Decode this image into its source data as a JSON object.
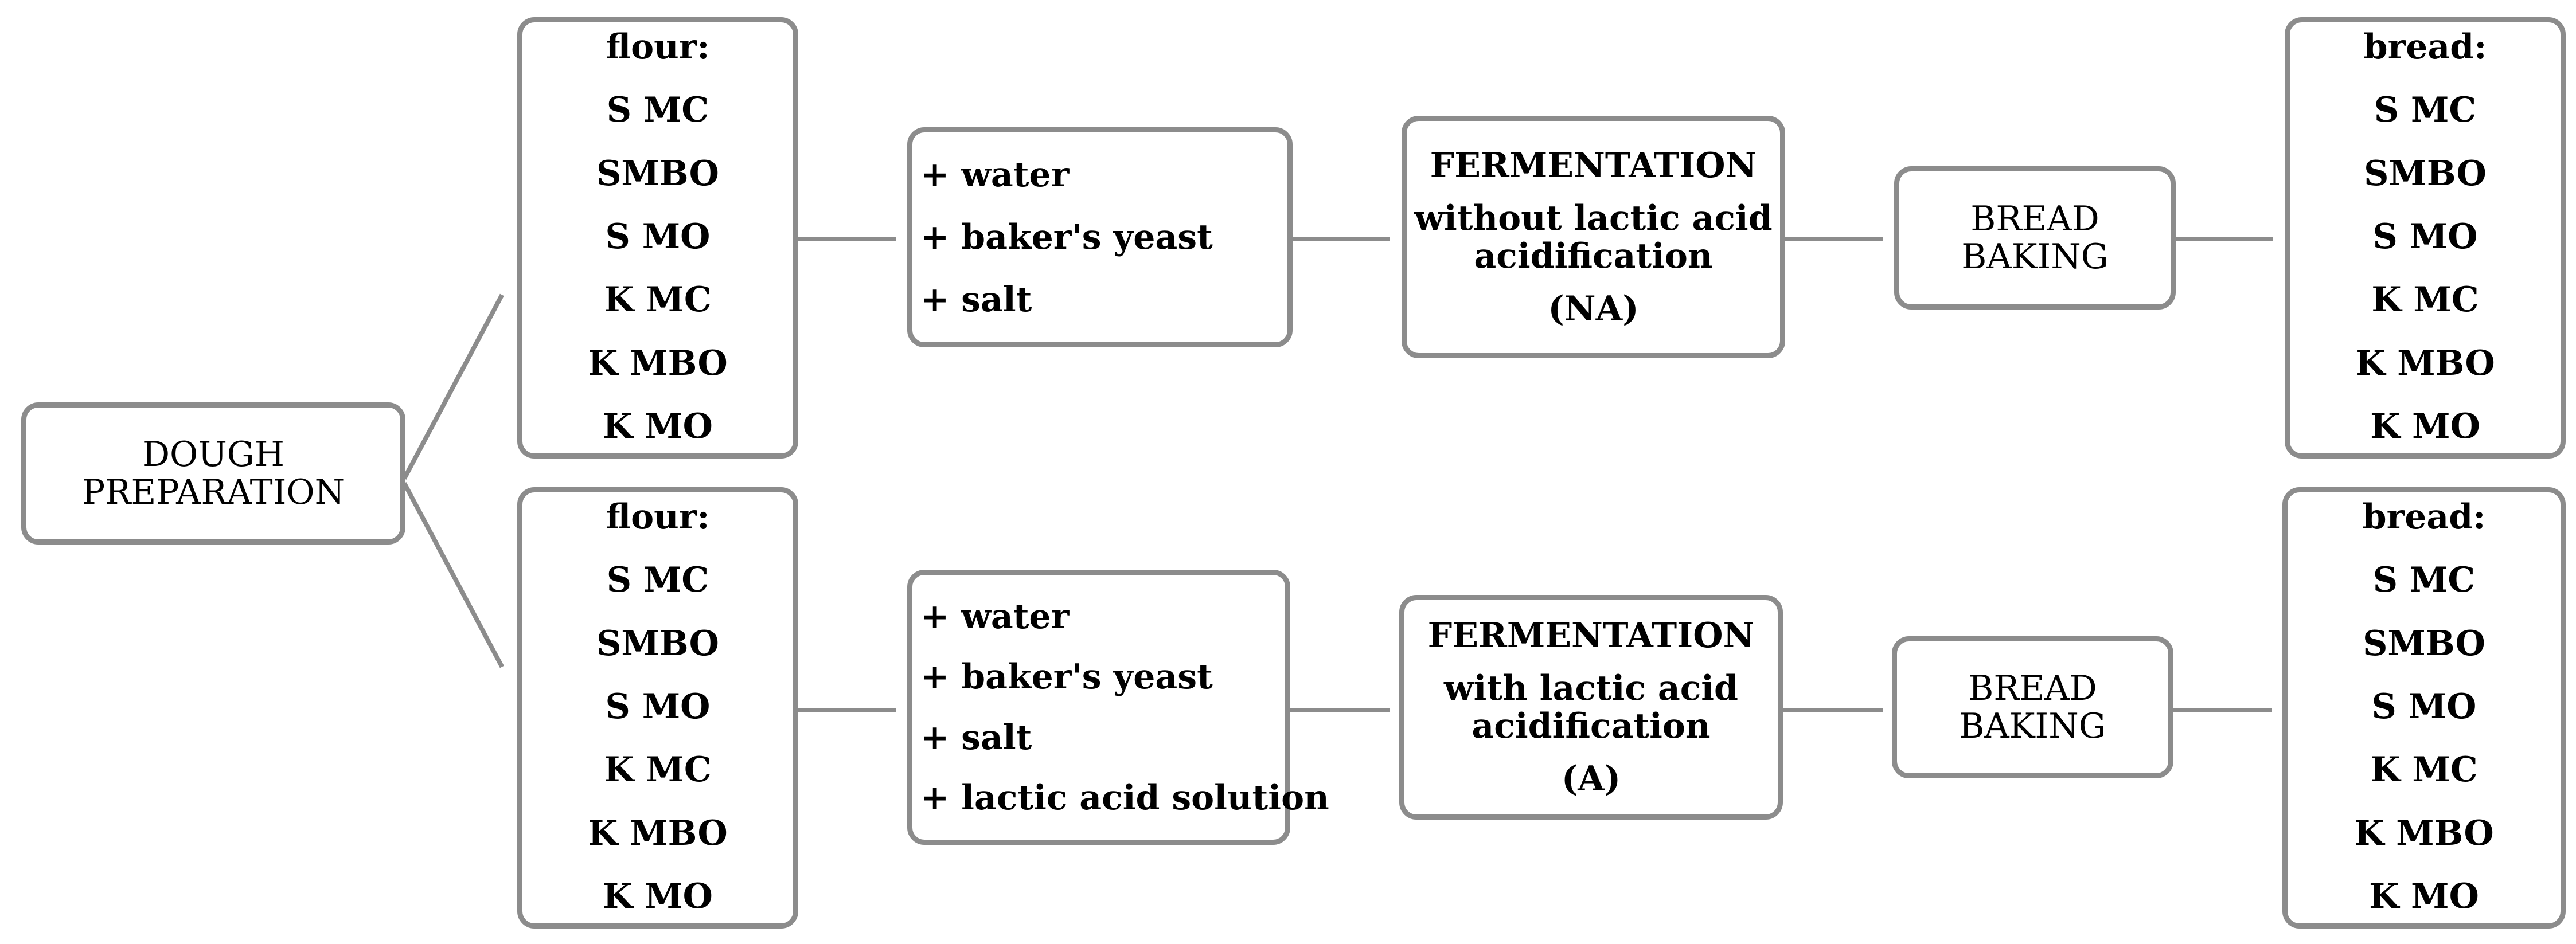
{
  "dough_preparation": "DOUGH\nPREPARATION",
  "rows": [
    {
      "flour": {
        "header": "flour:",
        "items": [
          "S MC",
          "SMBO",
          "S MO",
          "K MC",
          "K MBO",
          "K MO"
        ]
      },
      "ingredients": [
        "+ water",
        "+ baker's yeast",
        "+ salt"
      ],
      "fermentation": {
        "title": "FERMENTATION",
        "line1": "without lactic acid",
        "line2": "acidification",
        "code": "(NA)"
      },
      "baking": {
        "line1": "BREAD",
        "line2": "BAKING"
      },
      "bread": {
        "header": "bread:",
        "items": [
          "S MC",
          "SMBO",
          "S MO",
          "K MC",
          "K MBO",
          "K MO"
        ]
      }
    },
    {
      "flour": {
        "header": "flour:",
        "items": [
          "S MC",
          "SMBO",
          "S MO",
          "K MC",
          "K MBO",
          "K MO"
        ]
      },
      "ingredients": [
        "+ water",
        "+ baker's yeast",
        "+ salt",
        "+ lactic acid solution"
      ],
      "fermentation": {
        "title": "FERMENTATION",
        "line1": "with lactic acid",
        "line2": "acidification",
        "code": "(A)"
      },
      "baking": {
        "line1": "BREAD",
        "line2": "BAKING"
      },
      "bread": {
        "header": "bread:",
        "items": [
          "S MC",
          "SMBO",
          "S MO",
          "K MC",
          "K MBO",
          "K MO"
        ]
      }
    }
  ]
}
